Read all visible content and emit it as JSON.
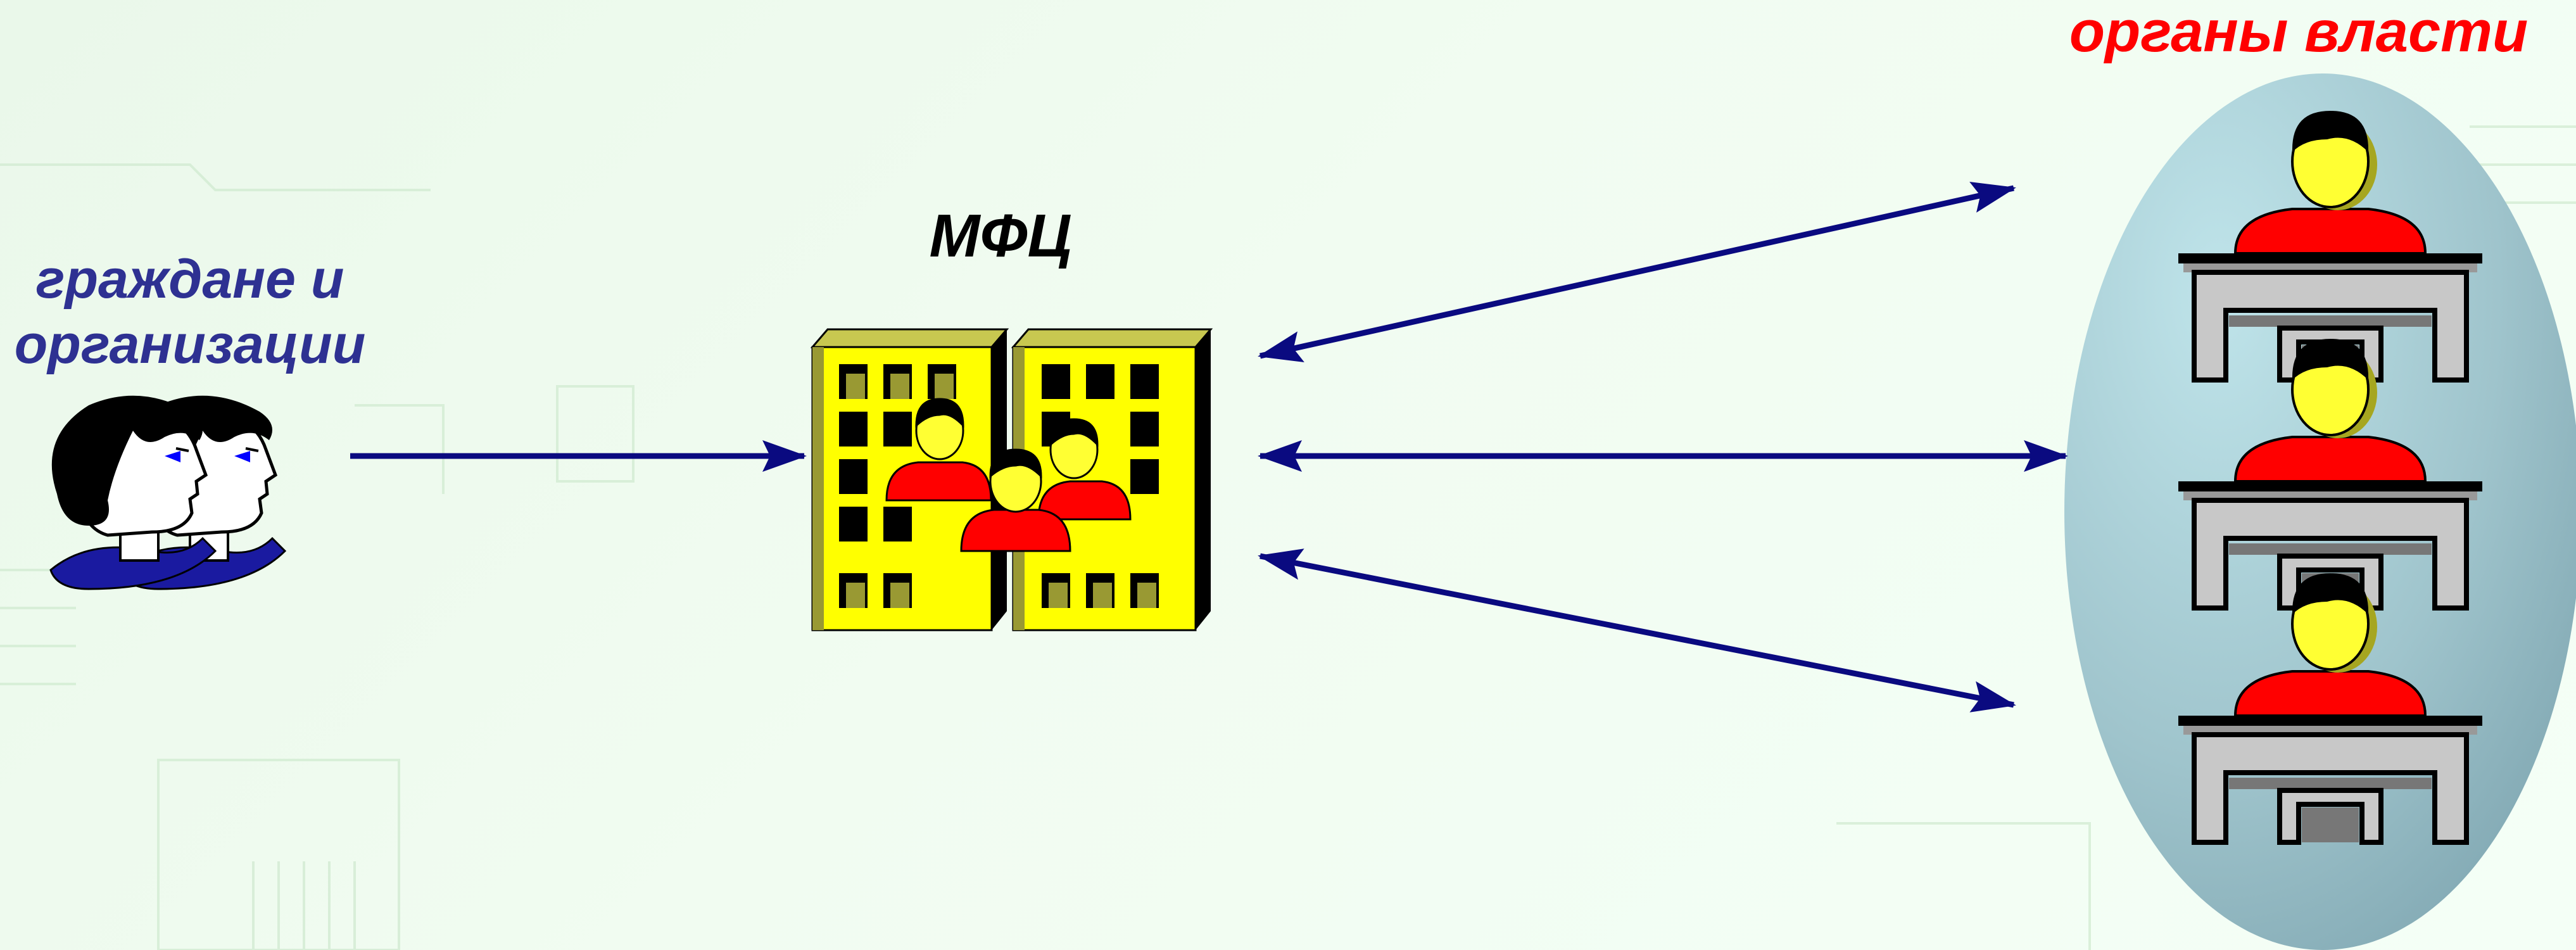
{
  "labels": {
    "citizens": [
      "граждане и",
      "организации"
    ],
    "mfc": "МФЦ",
    "authorities": "органы власти"
  },
  "colors": {
    "citizens_label": "#2e3192",
    "mfc_label": "#000000",
    "authorities_label": "#ff0000",
    "arrow": "#0a0a80",
    "building_facade": "#ffff00",
    "building_side": "#999933",
    "person_shirt": "#ff0000",
    "person_face": "#ffff33",
    "oval_fill": "#a9cdd2",
    "desk": "#c0c0c0"
  },
  "icons": [
    "citizens-profile-icon",
    "mfc-building-icon",
    "official-at-desk-icon"
  ]
}
